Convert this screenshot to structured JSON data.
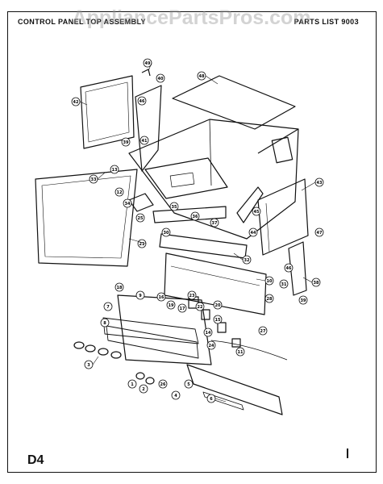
{
  "header": {
    "left_title": "CONTROL PANEL TOP ASSEMBLY",
    "right_title": "PARTS LIST 9003"
  },
  "watermark": "AppliancePartsPros.com",
  "page_code": "D4",
  "callouts": [
    "1",
    "2",
    "3",
    "4",
    "5",
    "6",
    "7",
    "8",
    "9",
    "10",
    "11",
    "12",
    "13",
    "14",
    "15",
    "16",
    "17",
    "18",
    "19",
    "20",
    "21",
    "22",
    "23",
    "24",
    "25",
    "26",
    "27",
    "28",
    "29",
    "30",
    "31",
    "32",
    "33",
    "34",
    "35",
    "36",
    "37",
    "38",
    "39",
    "40",
    "41",
    "42",
    "43",
    "44",
    "45",
    "46",
    "47",
    "48",
    "49"
  ],
  "colors": {
    "ink": "#111111",
    "paper": "#ffffff",
    "watermark": "#969696"
  }
}
